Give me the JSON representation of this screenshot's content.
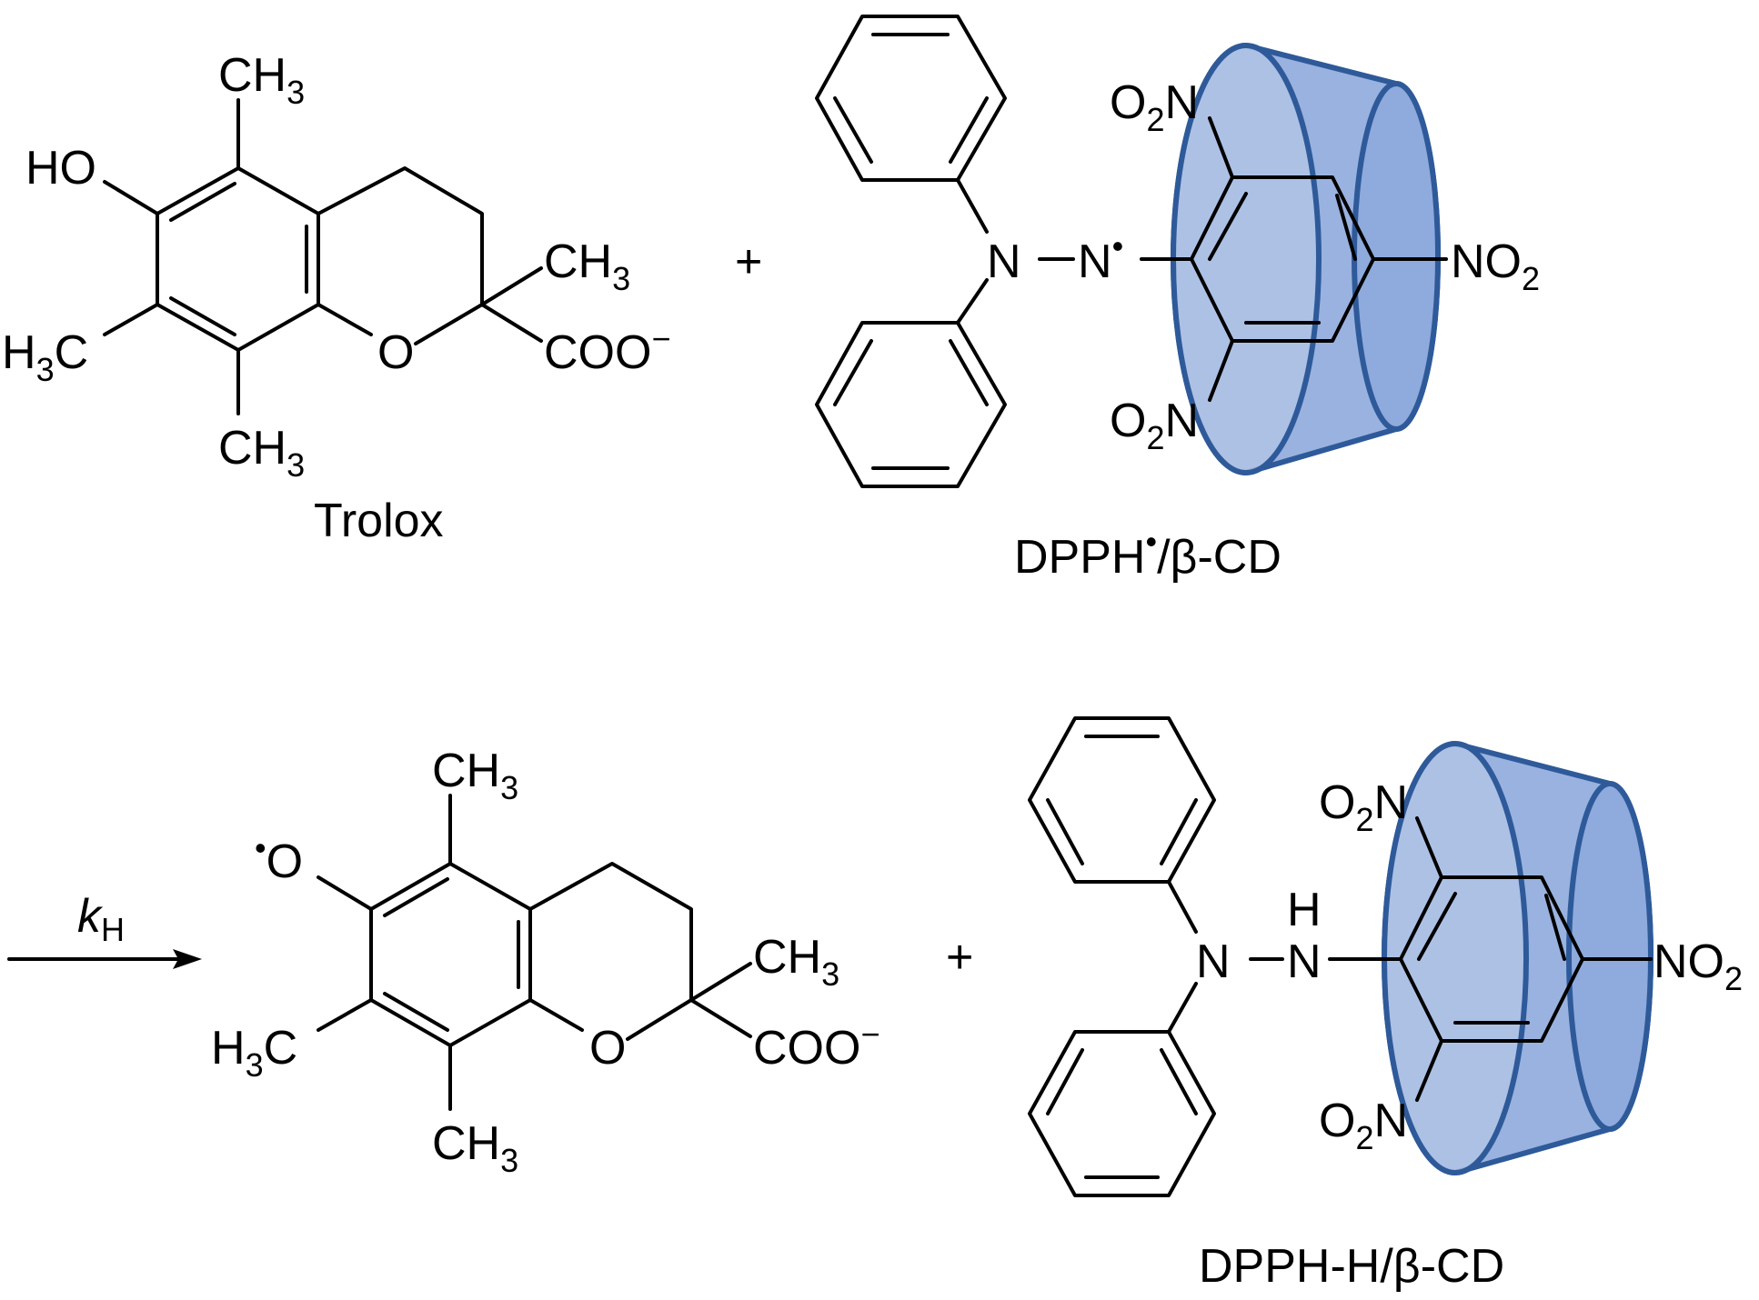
{
  "reactants": {
    "trolox": {
      "caption": "Trolox",
      "labels": {
        "ho": "HO",
        "ch3_top": "CH",
        "ch3_top_sub": "3",
        "ch3_bottom": "CH",
        "ch3_bottom_sub": "3",
        "h3c": "H",
        "h3c_sub": "3",
        "h3c_c": "C",
        "ring_o": "O",
        "ch3_quat": "CH",
        "ch3_quat_sub": "3",
        "coo": "COO",
        "coo_charge": "−"
      }
    },
    "plus": "+",
    "dpph_radical": {
      "caption_main": "DPPH",
      "caption_dot": "•",
      "caption_rest": "/β-CD",
      "labels": {
        "n1": "N",
        "n2": "N",
        "radical_dot": "•",
        "o2n": "O",
        "o2n_sub": "2",
        "o2n_n": "N",
        "no2_n": "NO",
        "no2_sub": "2"
      }
    }
  },
  "arrow": {
    "label": "k",
    "label_sub": "H"
  },
  "products": {
    "trolox_radical": {
      "labels": {
        "o": "O",
        "radical_dot": "•",
        "ch3_top": "CH",
        "ch3_top_sub": "3",
        "ch3_bottom": "CH",
        "ch3_bottom_sub": "3",
        "h3c": "H",
        "h3c_sub": "3",
        "h3c_c": "C",
        "ring_o": "O",
        "ch3_quat": "CH",
        "ch3_quat_sub": "3",
        "coo": "COO",
        "coo_charge": "−"
      }
    },
    "plus": "+",
    "dpph_h": {
      "caption": "DPPH-H/β-CD",
      "labels": {
        "n1": "N",
        "n2": "N",
        "h": "H",
        "o2n": "O",
        "o2n_sub": "2",
        "o2n_n": "N",
        "no2_n": "NO",
        "no2_sub": "2"
      }
    }
  },
  "colors": {
    "cyclodextrin_fill": "#8faadc",
    "cyclodextrin_stroke": "#2e5a9a",
    "cyclodextrin_front": "#b3c6e7"
  }
}
